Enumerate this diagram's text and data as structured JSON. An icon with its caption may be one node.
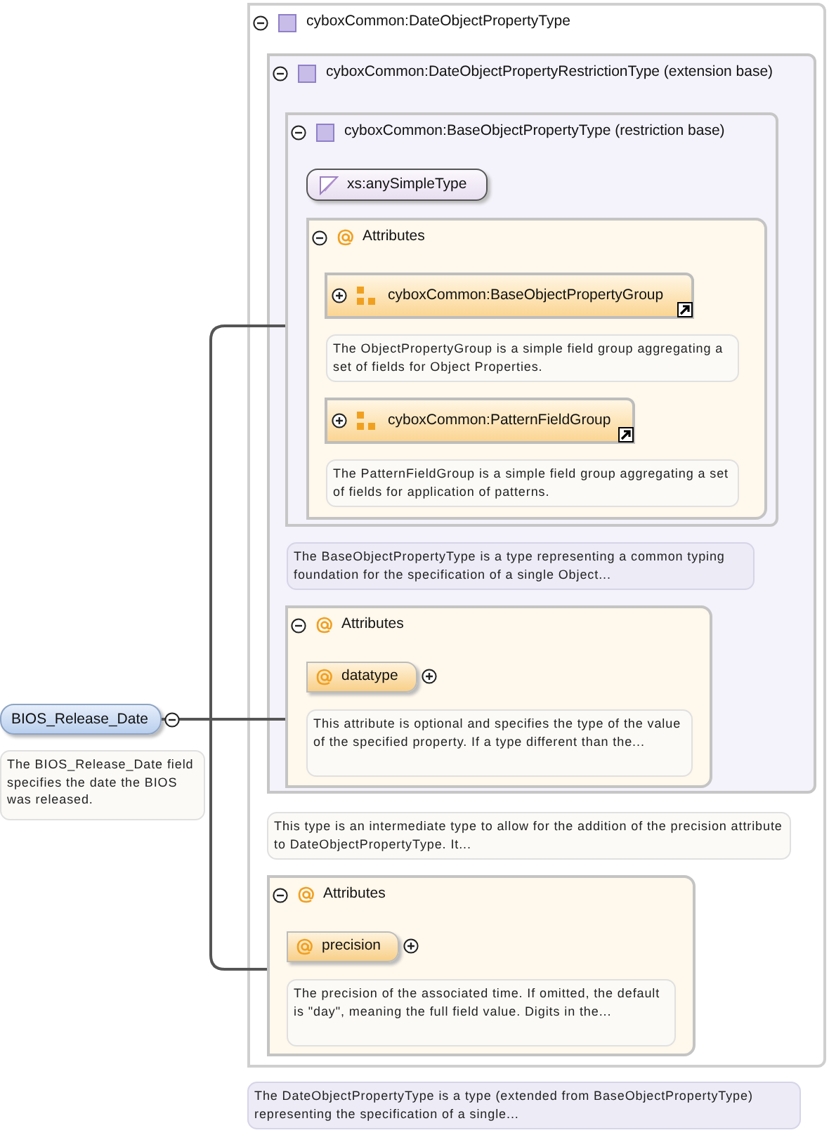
{
  "diagram": {
    "nodes": [
      {
        "text": [
          "BIOS_Release_Date"
        ],
        "beside": [
          "The BIOS_Release_Date field specifies the date the BIOS was released."
        ]
      },
      {
        "text": [
          "cyboxCommon:DateObjectPropertyType"
        ],
        "beside": [
          "The DateObjectPropertyType is a type (extended from BaseObjectPropertyType) representing the specification of a single..."
        ]
      },
      {
        "text": [
          "cyboxCommon:DateObjectPropertyRestrictionType (extension base)"
        ],
        "in": 1,
        "beside": [
          "This type is an intermediate type to allow for the addition of the precision attribute to DateObjectPropertyType. It..."
        ]
      },
      {
        "text": [
          "cyboxCommon:BaseObjectPropertyType (restriction base)"
        ],
        "in": 2,
        "beside": [
          "The BaseObjectPropertyType is a type representing a common typing foundation for the specification of a single Object..."
        ]
      },
      {
        "text": [
          "xs:anySimpleType"
        ],
        "in": 3
      },
      {
        "text": [
          "Attributes"
        ],
        "in": 3
      },
      {
        "text": [
          "cyboxCommon:BaseObjectPropertyGroup"
        ],
        "in": 5,
        "beside": [
          "The ObjectPropertyGroup is a simple field group aggregating a set of fields for Object Properties."
        ]
      },
      {
        "text": [
          "cyboxCommon:PatternFieldGroup"
        ],
        "in": 5,
        "beside": [
          "The PatternFieldGroup is a simple field group aggregating a set of fields for application of patterns."
        ]
      },
      {
        "text": [
          "Attributes"
        ],
        "in": 2
      },
      {
        "text": [
          "datatype"
        ],
        "in": 8,
        "beside": [
          "This attribute is optional and specifies the type of the value of the specified property. If a type different than the..."
        ]
      },
      {
        "text": [
          "Attributes"
        ],
        "in": 1
      },
      {
        "text": [
          "precision"
        ],
        "in": 10,
        "beside": [
          "The precision of the associated time. If omitted, the default is \"day\", meaning the full field value. Digits in the..."
        ]
      }
    ],
    "edges": [
      {
        "from": 0,
        "to": 3,
        "arrow": "none"
      },
      {
        "from": 0,
        "to": 8,
        "arrow": "none"
      },
      {
        "from": 0,
        "to": 10,
        "arrow": "none"
      }
    ]
  }
}
